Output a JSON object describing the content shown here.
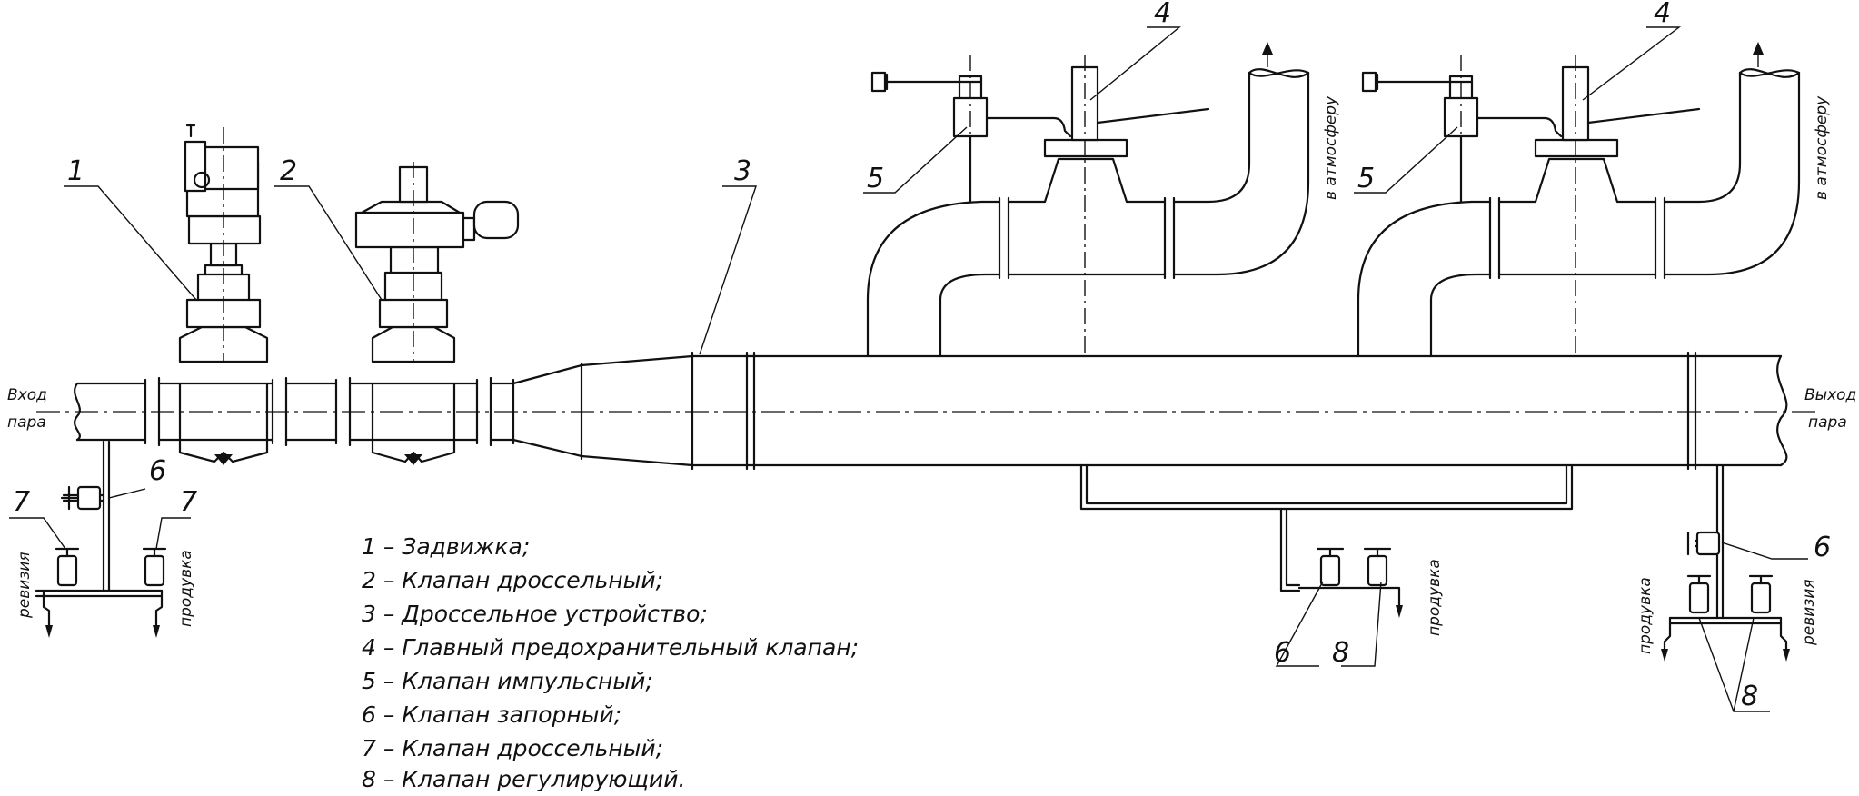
{
  "labels": {
    "inlet": {
      "line1": "Вход",
      "line2": "пара"
    },
    "outlet": {
      "line1": "Выход",
      "line2": "пара"
    },
    "atmosphere_1": "в атмосферу",
    "atmosphere_2": "в атмосферу",
    "revision_left": "ревизия",
    "purge_left": "продувка",
    "purge_middle": "продувка",
    "purge_right": "продувка",
    "revision_right": "ревизия"
  },
  "callouts": {
    "n1": "1",
    "n2": "2",
    "n3": "3",
    "n4a": "4",
    "n4b": "4",
    "n5a": "5",
    "n5b": "5",
    "n6a": "6",
    "n6b": "6",
    "n6c": "6",
    "n7a": "7",
    "n7b": "7",
    "n8a": "8",
    "n8b": "8"
  },
  "legend": [
    "1 – Задвижка;",
    "2 – Клапан дроссельный;",
    "3 – Дроссельное устройство;",
    "4 – Главный предохранительный клапан;",
    "5 – Клапан импульсный;",
    "6 – Клапан запорный;",
    "7 – Клапан дроссельный;",
    "8 – Клапан регулирующий."
  ]
}
